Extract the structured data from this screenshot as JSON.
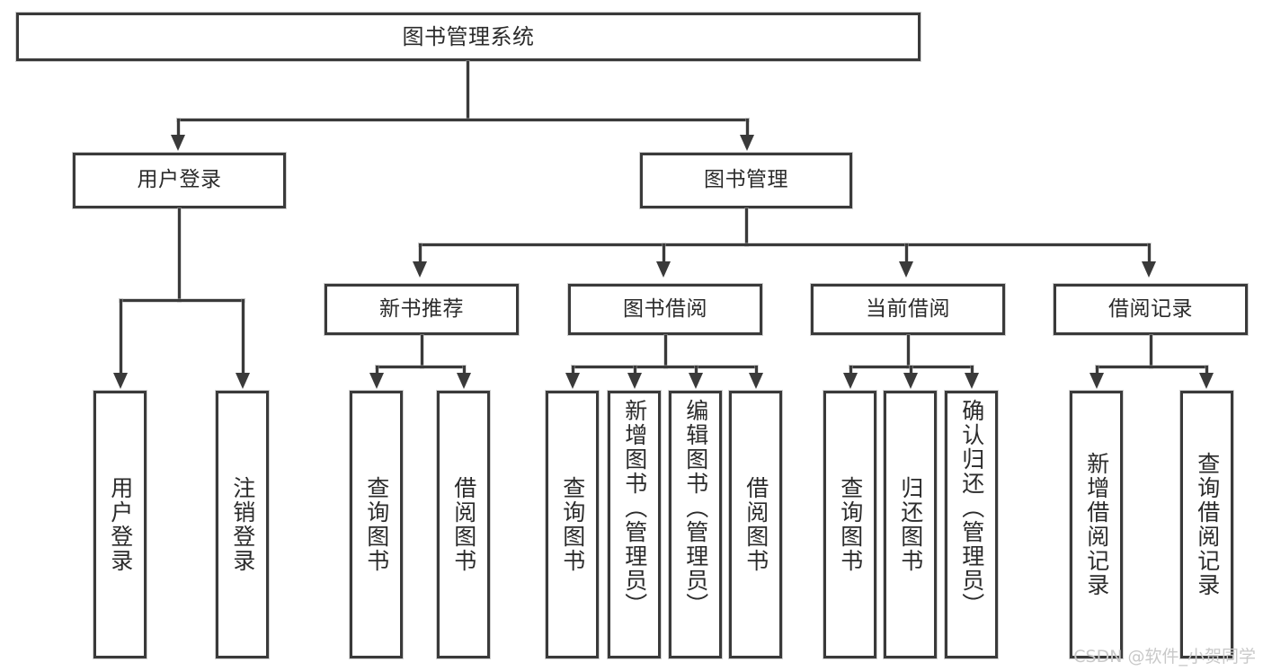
{
  "diagram": {
    "title": "图书管理系统",
    "type": "hierarchy-tree",
    "root": {
      "label": "图书管理系统"
    },
    "level2": [
      {
        "label": "用户登录"
      },
      {
        "label": "图书管理"
      }
    ],
    "level3": [
      {
        "label": "新书推荐"
      },
      {
        "label": "图书借阅"
      },
      {
        "label": "当前借阅"
      },
      {
        "label": "借阅记录"
      }
    ],
    "leaves_user_login": [
      {
        "label": "用户登录"
      },
      {
        "label": "注销登录"
      }
    ],
    "leaves_new_book": [
      {
        "label": "查询图书"
      },
      {
        "label": "借阅图书"
      }
    ],
    "leaves_borrow": [
      {
        "label": "查询图书"
      },
      {
        "label": "新增图书（管理员）"
      },
      {
        "label": "编辑图书（管理员）"
      },
      {
        "label": "借阅图书"
      }
    ],
    "leaves_current": [
      {
        "label": "查询图书"
      },
      {
        "label": "归还图书"
      },
      {
        "label": "确认归还（管理员）"
      }
    ],
    "leaves_records": [
      {
        "label": "新增借阅记录"
      },
      {
        "label": "查询借阅记录"
      }
    ]
  },
  "watermark": {
    "text": "CSDN @软件_小贺同学"
  },
  "colors": {
    "border": "#3a3a3a",
    "background": "#ffffff",
    "text": "#2b2b2b",
    "watermark": "#c9c9c9"
  }
}
